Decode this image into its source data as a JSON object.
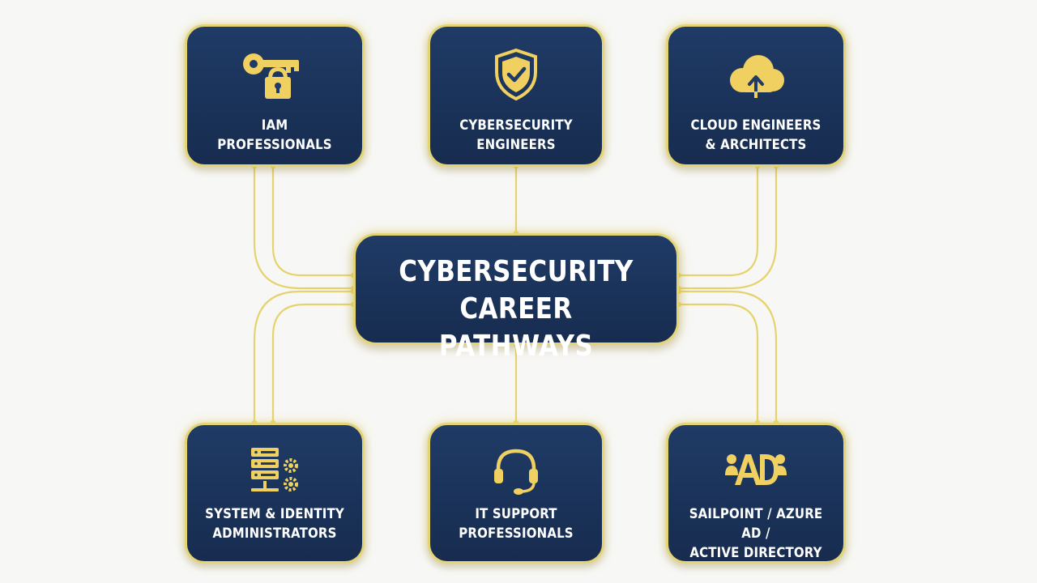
{
  "center": {
    "title_line1": "CYBERSECURITY",
    "title_line2": "CAREER PATHWAYS"
  },
  "nodes": {
    "iam": {
      "line1": "IAM",
      "line2": "PROFESSIONALS",
      "icon": "key-lock-icon"
    },
    "cyber_eng": {
      "line1": "CYBERSECURITY",
      "line2": "ENGINEERS",
      "icon": "shield-check-icon"
    },
    "cloud": {
      "line1": "CLOUD ENGINEERS",
      "line2": "& ARCHITECTS",
      "icon": "cloud-upload-icon"
    },
    "sysadmin": {
      "line1": "SYSTEM & IDENTITY",
      "line2": "ADMINISTRATORS",
      "icon": "server-gears-icon"
    },
    "itsupport": {
      "line1": "IT SUPPORT",
      "line2": "PROFESSIONALS",
      "icon": "headset-icon"
    },
    "sailpoint": {
      "line1": "SAILPOINT / AZURE AD /",
      "line2": "ACTIVE DIRECTORY",
      "icon": "ad-users-icon"
    }
  },
  "colors": {
    "node_fill": "#1f3b66",
    "accent_gold": "#e3d476",
    "icon_gold": "#efd060",
    "text": "#ffffff",
    "background": "#f7f7f5"
  }
}
